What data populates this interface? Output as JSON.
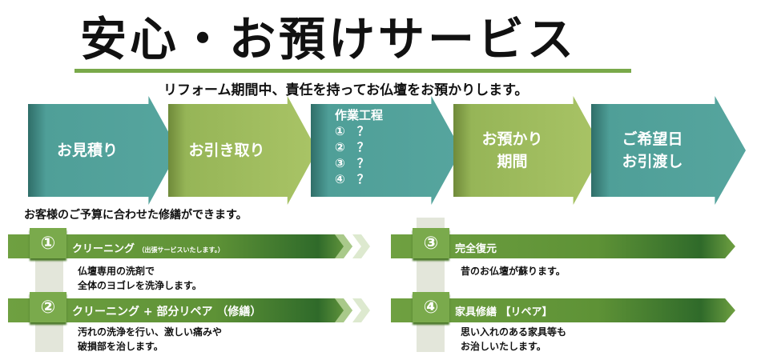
{
  "header": {
    "title": "安心・お預けサービス",
    "subtitle": "リフォーム期間中、責任を持ってお仏壇をお預かりします。"
  },
  "flow": [
    {
      "lines": [
        "お見積り"
      ],
      "color": "#52a39c"
    },
    {
      "lines": [
        "お引き取り"
      ],
      "color": "#a2bf60"
    },
    {
      "lines": [
        "作業工程",
        "①　？",
        "②　？",
        "③　？",
        "④　？"
      ],
      "color": "#52a39c"
    },
    {
      "lines": [
        "お預かり",
        "期間"
      ],
      "color": "#a2bf60"
    },
    {
      "lines": [
        "ご希望日",
        "お引渡し"
      ],
      "color": "#52a39c"
    }
  ],
  "budget_note": "お客様のご予算に合わせた修繕ができます。",
  "services": [
    {
      "num": "①",
      "title": "クリーニング",
      "sub": "（出張サービスいたします。）",
      "desc": [
        "仏壇専用の洗剤で",
        "全体のヨゴレを洗浄します。"
      ]
    },
    {
      "num": "②",
      "title": "クリーニング + 部分リペア （修繕）",
      "sub": "",
      "desc": [
        "汚れの洗浄を行い、激しい痛みや",
        "破損部を治します。"
      ]
    },
    {
      "num": "③",
      "title": "完全復元",
      "sub": "",
      "desc": [
        "昔のお仏壇が蘇ります。"
      ]
    },
    {
      "num": "④",
      "title": "家具修繕 【リペア】",
      "sub": "",
      "desc": [
        "思い入れのある家具等も",
        "お治しいたします。"
      ]
    }
  ]
}
